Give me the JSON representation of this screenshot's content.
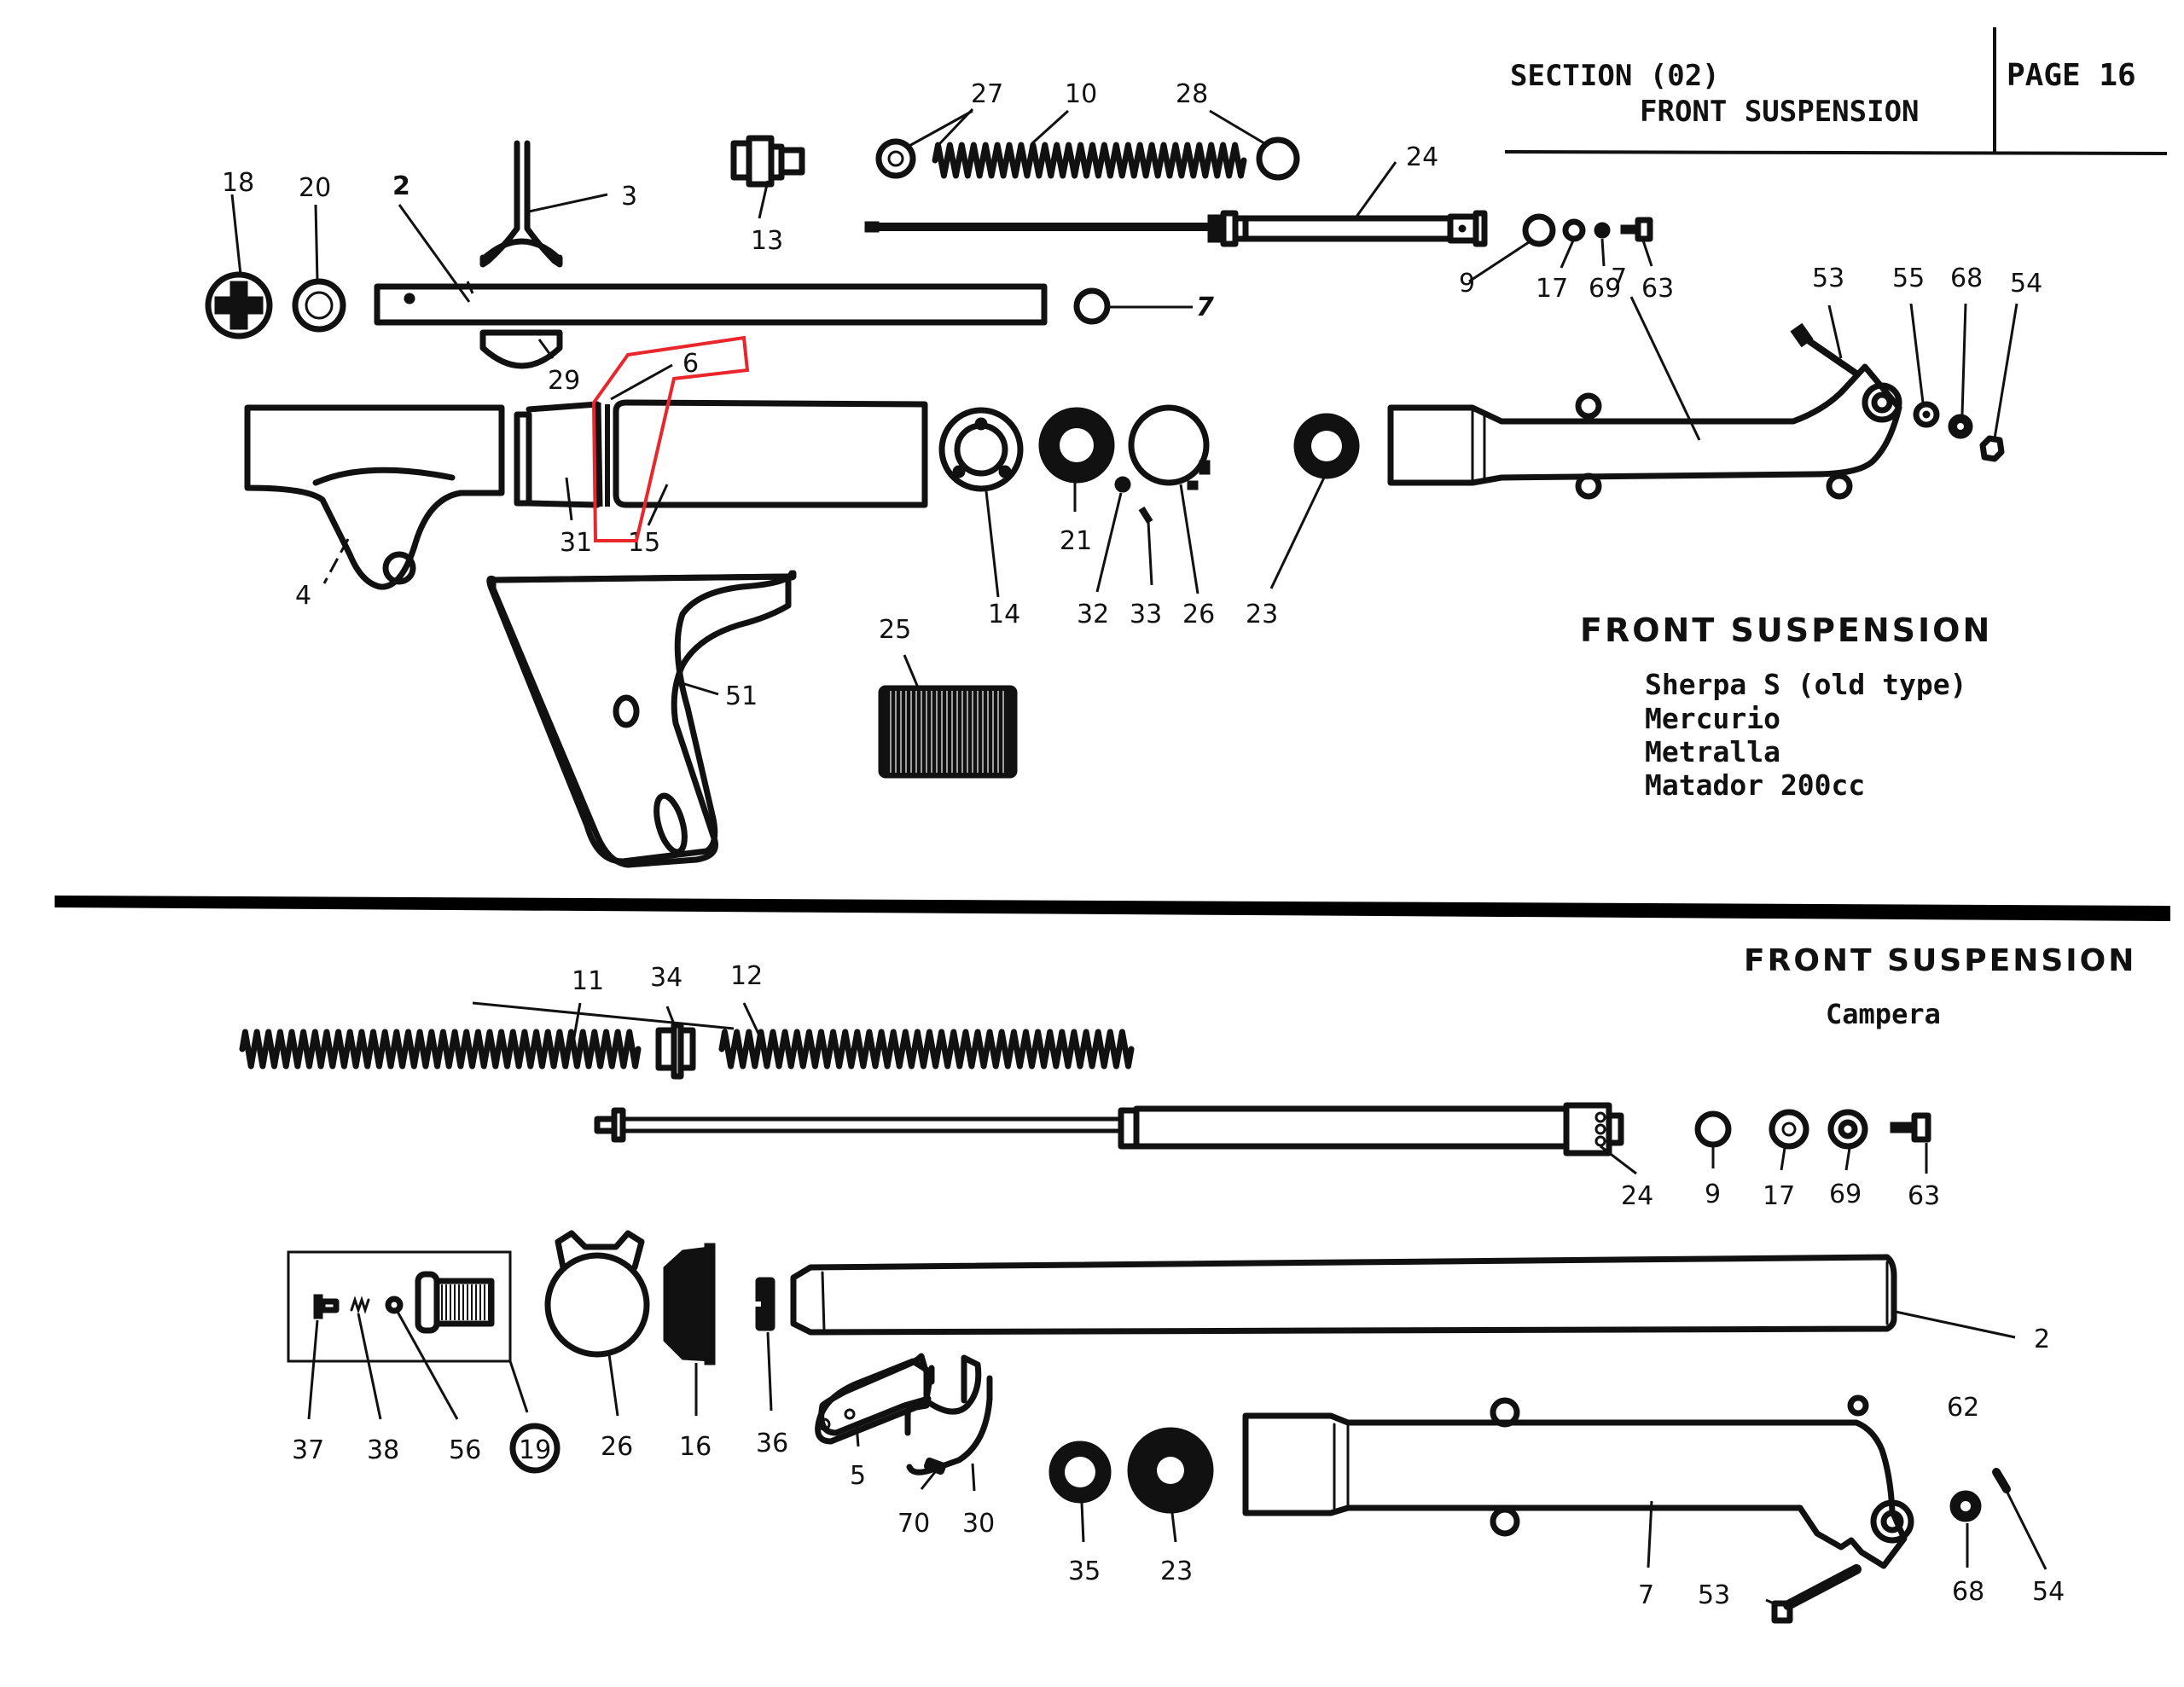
{
  "header": {
    "section": "SECTION (02)",
    "section_title": "FRONT SUSPENSION",
    "page": "PAGE 16"
  },
  "upper_diagram": {
    "title": "FRONT SUSPENSION",
    "models": [
      "Sherpa S (old type)",
      "Mercurio",
      "Metralla",
      "Matador 200cc"
    ],
    "part_labels": {
      "p18": "18",
      "p20": "20",
      "p2": "2",
      "p3": "3",
      "p13": "13",
      "p27": "27",
      "p10": "10",
      "p28": "28",
      "p24": "24",
      "p9": "9",
      "p17": "17",
      "p69": "69",
      "p63": "63",
      "p7a": "7",
      "p29": "29",
      "p6": "6",
      "p31": "31",
      "p15": "15",
      "p4": "4",
      "p14": "14",
      "p21": "21",
      "p32": "32",
      "p33": "33",
      "p26": "26",
      "p23": "23",
      "p25": "25",
      "p51": "51",
      "p7b": "7",
      "p53": "53",
      "p55": "55",
      "p68": "68",
      "p54": "54"
    },
    "highlight": {
      "part": "6",
      "color": "#e8262b"
    }
  },
  "lower_diagram": {
    "title": "FRONT SUSPENSION",
    "models": [
      "Campera"
    ],
    "part_labels": {
      "p11": "11",
      "p34": "34",
      "p12": "12",
      "p24": "24",
      "p9": "9",
      "p17": "17",
      "p69": "69",
      "p63": "63",
      "p2": "2",
      "p37": "37",
      "p38": "38",
      "p56": "56",
      "p19": "19",
      "p26": "26",
      "p16": "16",
      "p36": "36",
      "p5": "5",
      "p70": "70",
      "p30": "30",
      "p35": "35",
      "p23": "23",
      "p7": "7",
      "p53": "53",
      "p62": "62",
      "p68": "68",
      "p54": "54"
    }
  }
}
